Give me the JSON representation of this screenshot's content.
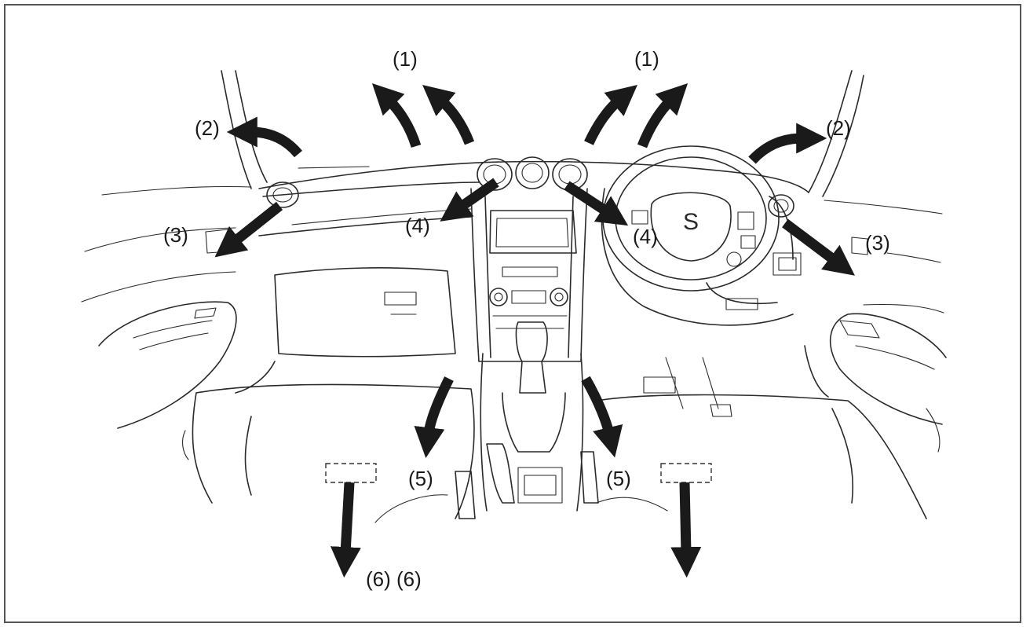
{
  "labels": {
    "l1a": "(1)",
    "l1b": "(1)",
    "l2a": "(2)",
    "l2b": "(2)",
    "l3a": "(3)",
    "l3b": "(3)",
    "l4a": "(4)",
    "l4b": "(4)",
    "l5a": "(5)",
    "l5b": "(5)",
    "l6": "(6) (6)"
  },
  "colors": {
    "line": "#2a2a2a",
    "arrow": "#1a1a1a",
    "border": "#555555"
  }
}
